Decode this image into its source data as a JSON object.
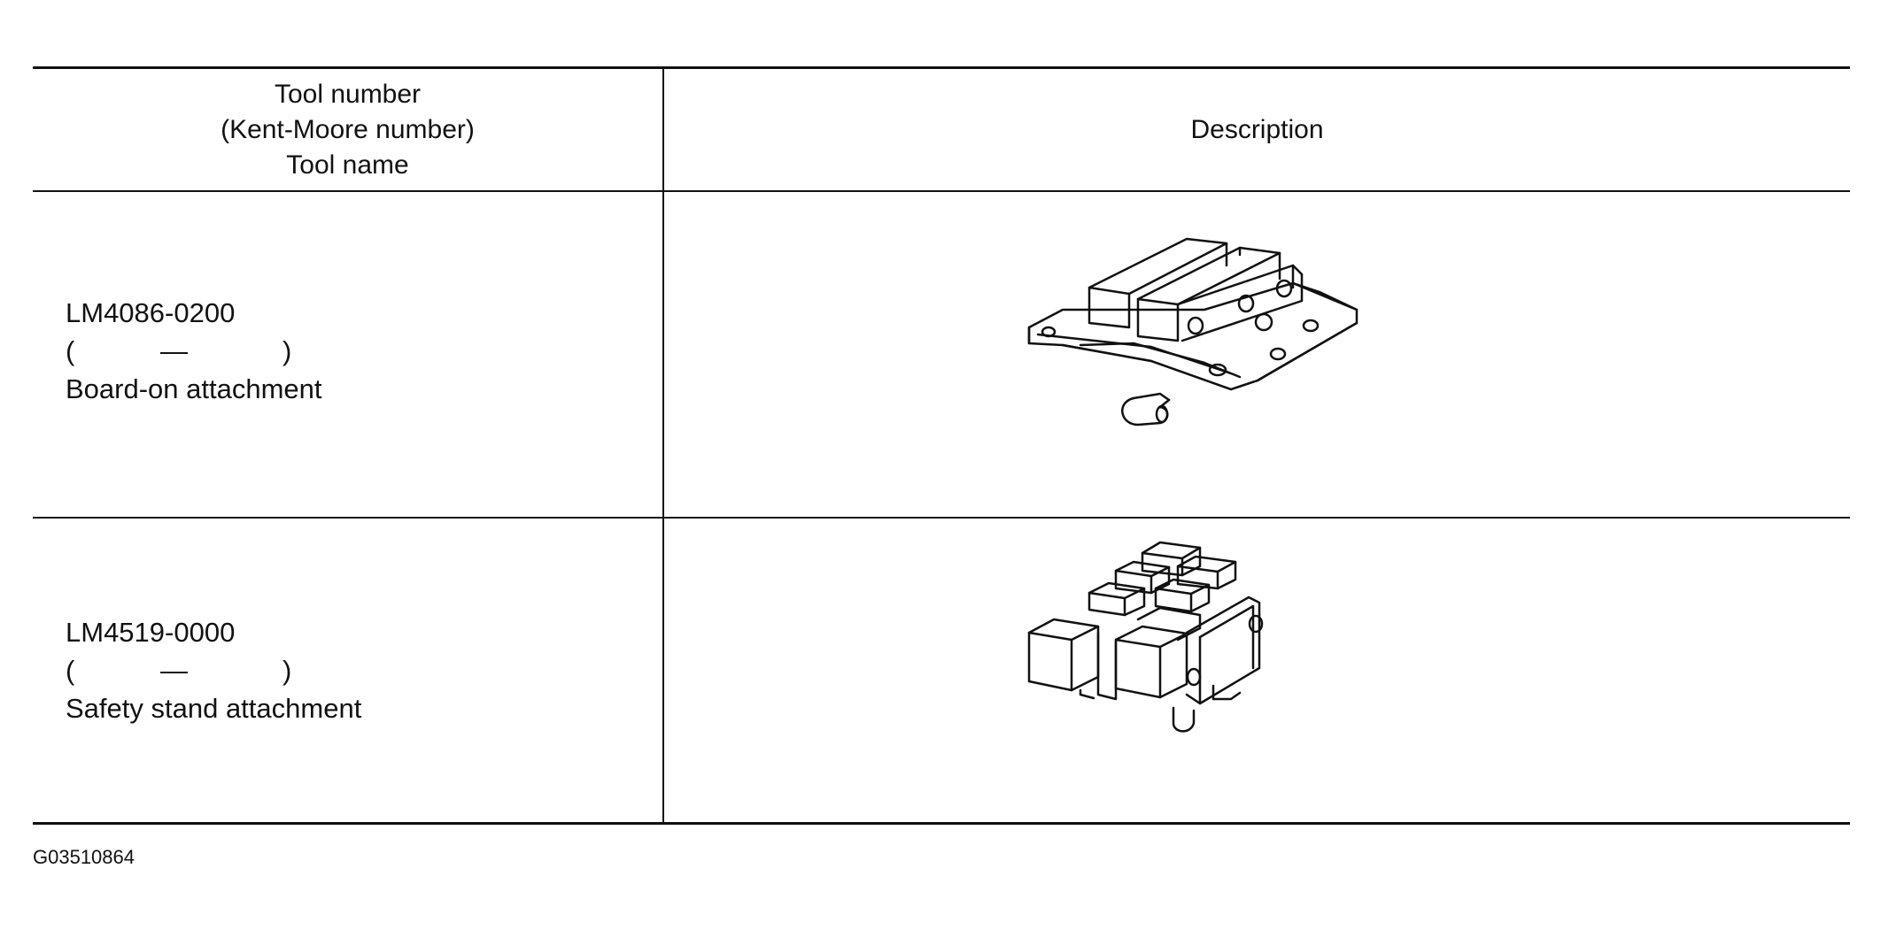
{
  "table": {
    "header": {
      "tool_lines": [
        "Tool number",
        "(Kent-Moore number)",
        "Tool name"
      ],
      "description": "Description"
    },
    "rows": [
      {
        "tool_number": "LM4086-0200",
        "kent_moore_open": "(",
        "kent_moore_dash": "—",
        "kent_moore_close": ")",
        "tool_name": "Board-on attachment",
        "illustration": "board-on-attachment-drawing"
      },
      {
        "tool_number": "LM4519-0000",
        "kent_moore_open": "(",
        "kent_moore_dash": "—",
        "kent_moore_close": ")",
        "tool_name": "Safety stand attachment",
        "illustration": "safety-stand-attachment-drawing"
      }
    ]
  },
  "figure_code": "G03510864"
}
